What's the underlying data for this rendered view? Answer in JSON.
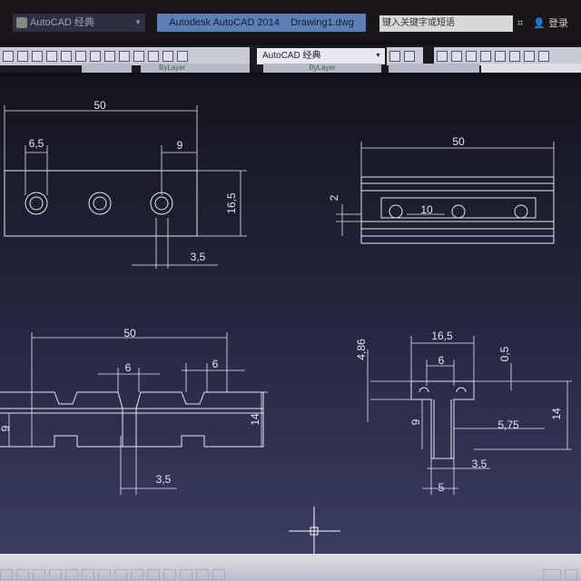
{
  "titlebar": {
    "workspace": "AutoCAD 经典",
    "title": "Autodesk AutoCAD 2014    Drawing1.dwg",
    "search_placeholder": "键入关键字或短语",
    "login": "登录"
  },
  "toolbar": {
    "workspace_combo": "AutoCAD 经典",
    "layer_values": [
      "ByLayer",
      "ByLayer"
    ]
  },
  "drawing": {
    "view_front": {
      "overall": "50",
      "hole_offset": "6,5",
      "edge_offset": "9",
      "height": "16,5",
      "slot": "3,5"
    },
    "view_top": {
      "overall": "50",
      "thickness": "2",
      "spacing": "10"
    },
    "view_section": {
      "overall": "50",
      "slot_a": "6",
      "slot_b": "6",
      "depth": "9",
      "height": "14",
      "gap": "3,5"
    },
    "view_side": {
      "width": "16,5",
      "slot": "6",
      "top": "4,86",
      "lip": "0,5",
      "height": "14",
      "depth": "9",
      "offset": "5,75",
      "gap": "3,5",
      "neck": "5"
    }
  }
}
